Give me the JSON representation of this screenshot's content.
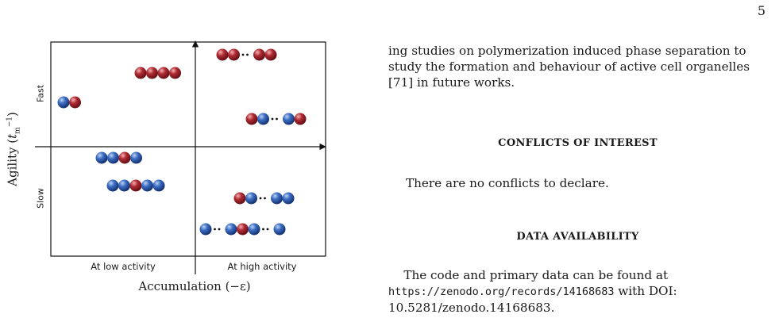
{
  "page_number": "5",
  "figure": {
    "y_axis_title": "Agility (",
    "y_axis_symbol": "t",
    "y_axis_sub": "m",
    "y_axis_sup": "−1",
    "y_axis_close": ")",
    "y_fast_label": "Fast",
    "y_slow_label": "Slow",
    "x_low_label": "At low activity",
    "x_high_label": "At high activity",
    "x_axis_title": "Accumulation (−ε)",
    "colors": {
      "blue": "#2f5fb0",
      "red": "#a3232e",
      "line": "#111111"
    }
  },
  "body": {
    "para_intro": "ing studies on polymerization induced phase separation to study the formation and behaviour of active cell organelles [71] in future works.",
    "conflicts_heading": "CONFLICTS OF INTEREST",
    "conflicts_text": "There are no conflicts to declare.",
    "data_heading": "DATA AVAILABILITY",
    "data_text_before": "The code and primary data can be found at ",
    "data_url": "https://zenodo.org/records/14168683",
    "data_text_after": " with DOI: 10.5281/zenodo.14168683."
  }
}
